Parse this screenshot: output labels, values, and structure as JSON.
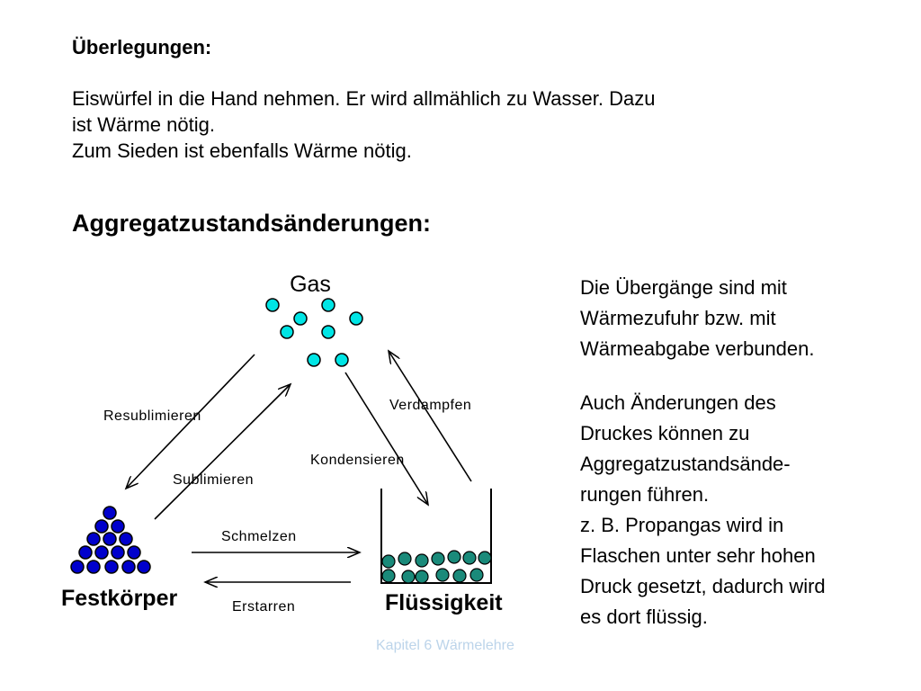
{
  "heading1": "Überlegungen:",
  "paragraph": [
    "Eiswürfel in die Hand nehmen. Er wird allmählich zu Wasser. Dazu",
    "ist Wärme nötig.",
    "Zum Sieden ist ebenfalls Wärme nötig."
  ],
  "heading2": "Aggregatzustandsänderungen:",
  "diagram": {
    "gas": "Gas",
    "solid": "Festkörper",
    "liquid": "Flüssigkeit",
    "resublimieren": "Resublimieren",
    "sublimieren": "Sublimieren",
    "verdampfen": "Verdampfen",
    "kondensieren": "Kondensieren",
    "schmelzen": "Schmelzen",
    "erstarren": "Erstarren",
    "colors": {
      "gas": "#00e5e5",
      "solid": "#0000cc",
      "liquid": "#1a8a7a"
    }
  },
  "side": {
    "block1": [
      "Die Übergänge sind mit",
      "Wärmezufuhr bzw. mit",
      "Wärmeabgabe verbunden."
    ],
    "block2": [
      "Auch Änderungen des",
      "Druckes können zu",
      "Aggregatzustandsände-",
      "rungen führen.",
      "z. B. Propangas wird in",
      "Flaschen unter sehr hohen",
      "Druck gesetzt, dadurch wird",
      "es dort flüssig."
    ]
  },
  "footer": "Kapitel 6 Wärmelehre"
}
